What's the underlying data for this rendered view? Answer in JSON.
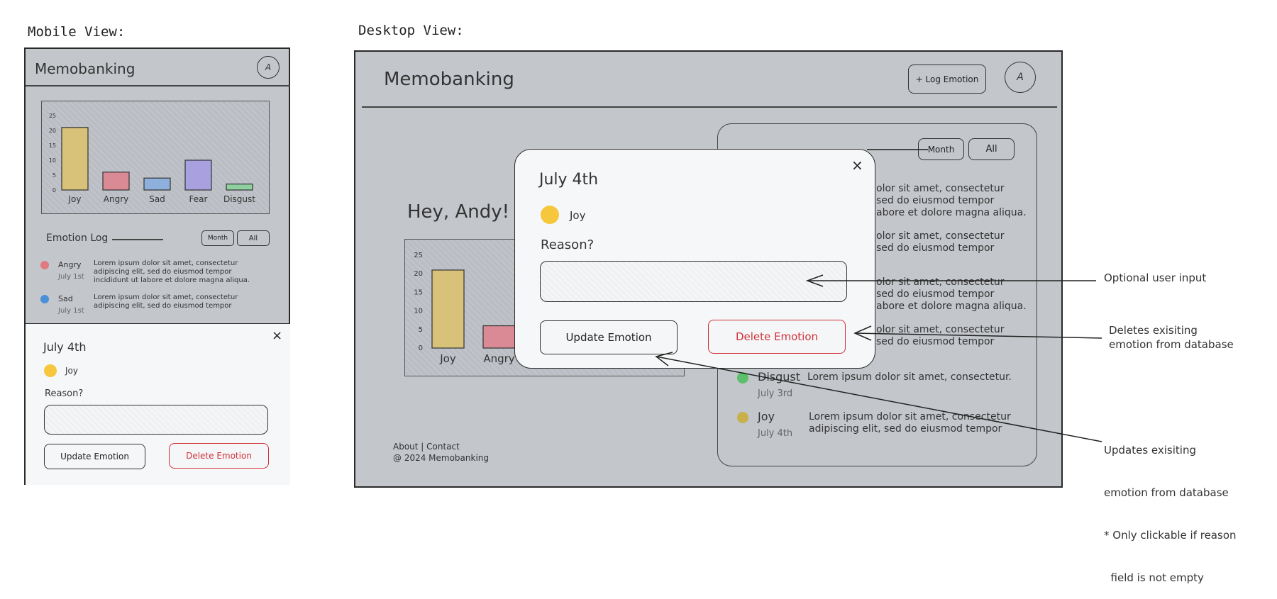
{
  "labels": {
    "mobile_view": "Mobile View:",
    "desktop_view": "Desktop View:"
  },
  "app": {
    "name": "Memobanking",
    "avatar_initial": "A",
    "greeting": "Hey, Andy!",
    "log_emotion_button": "+ Log Emotion"
  },
  "chart_data": [
    {
      "type": "bar",
      "categories": [
        "Joy",
        "Angry",
        "Sad",
        "Fear",
        "Disgust"
      ],
      "values": [
        21,
        6,
        4,
        10,
        2
      ],
      "yticks": [
        "25",
        "20",
        "15",
        "10",
        "5",
        "0"
      ],
      "ylim": [
        0,
        25
      ],
      "colors": [
        "#d8c27a",
        "#d98a94",
        "#8fb0dc",
        "#a8a0df",
        "#8fd0a0"
      ]
    }
  ],
  "emotion_log": {
    "title": "Emotion Log",
    "filter_month": "Month",
    "filter_all": "All",
    "mobile_entries": [
      {
        "emotion": "Angry",
        "date": "July 1st",
        "color": "#e07a80",
        "text": [
          "Lorem ipsum dolor sit amet, consectetur",
          "adipiscing elit, sed do eiusmod tempor",
          "incididunt ut labore et dolore magna aliqua."
        ]
      },
      {
        "emotion": "Sad",
        "date": "July 1st",
        "color": "#4a90d9",
        "text": [
          "Lorem ipsum dolor sit amet, consectetur",
          "adipiscing elit, sed do eiusmod tempor"
        ]
      }
    ],
    "desktop_visible_fragments": [
      "olor sit amet, consectetur",
      "sed do eiusmod tempor",
      "abore et dolore magna aliqua.",
      "olor sit amet, consectetur",
      "sed do eiusmod tempor",
      "olor sit amet, consectetur",
      "sed do eiusmod tempor",
      "abore et dolore magna aliqua.",
      "olor sit amet, consectetur",
      "sed do eiusmod tempor"
    ],
    "desktop_entries": [
      {
        "emotion": "Disgust",
        "date": "July 3rd",
        "color": "#5cc06a",
        "text": [
          "Lorem ipsum dolor sit amet, consectetur."
        ]
      },
      {
        "emotion": "Joy",
        "date": "July 4th",
        "color": "#c9b04a",
        "text": [
          "Lorem ipsum dolor sit amet, consectetur",
          "adipiscing elit, sed do eiusmod tempor"
        ]
      }
    ]
  },
  "modal": {
    "date": "July 4th",
    "emotion": "Joy",
    "emotion_color": "#f6c73c",
    "reason_label": "Reason?",
    "reason_value": "",
    "update_button": "Update Emotion",
    "delete_button": "Delete Emotion",
    "close_glyph": "×"
  },
  "footer": {
    "links": "About | Contact",
    "copyright": "@ 2024 Memobanking"
  },
  "annotations": {
    "optional_input": "Optional user input",
    "delete_note": [
      "Deletes exisiting",
      "emotion from database"
    ],
    "update_note": [
      "Updates exisiting",
      "emotion from database",
      "* Only clickable if reason",
      "  field is not empty"
    ]
  }
}
